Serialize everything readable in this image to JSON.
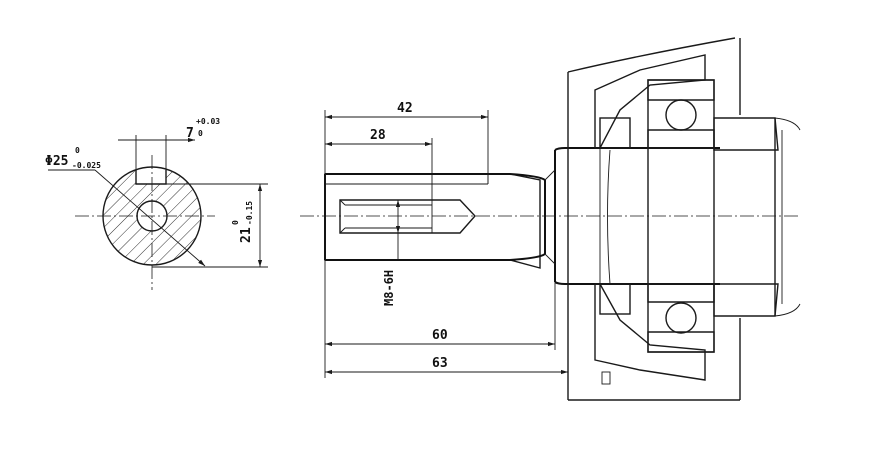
{
  "dimensions": {
    "length_42": "42",
    "length_28": "28",
    "length_60": "60",
    "length_63": "63",
    "thread": "M8-6H",
    "diameter_main": "Φ25",
    "diameter_upper_tol": "0",
    "diameter_lower_tol": "-0.025",
    "key_width": "7",
    "key_upper_tol": "+0.03",
    "key_lower_tol": "0",
    "key_depth": "21",
    "key_depth_upper_tol": "0",
    "key_depth_lower_tol": "-0.15"
  },
  "colors": {
    "line": "#1a1a1a",
    "background": "#ffffff"
  }
}
